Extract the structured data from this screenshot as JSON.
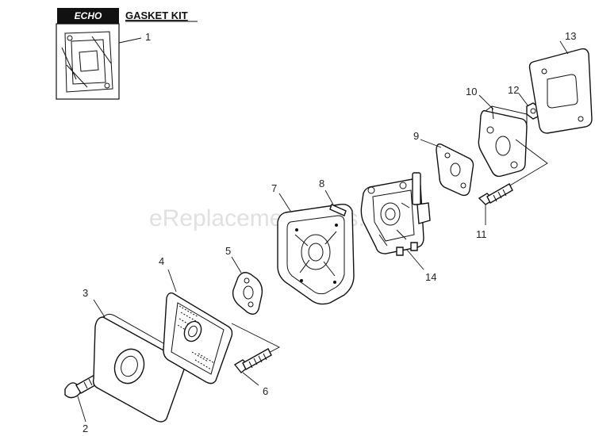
{
  "kit": {
    "brand": "ECHO",
    "title": "GASKET KIT"
  },
  "watermark": "eReplacementParts.com",
  "callouts": [
    "1",
    "2",
    "3",
    "4",
    "5",
    "6",
    "7",
    "8",
    "9",
    "10",
    "11",
    "12",
    "13",
    "14"
  ]
}
